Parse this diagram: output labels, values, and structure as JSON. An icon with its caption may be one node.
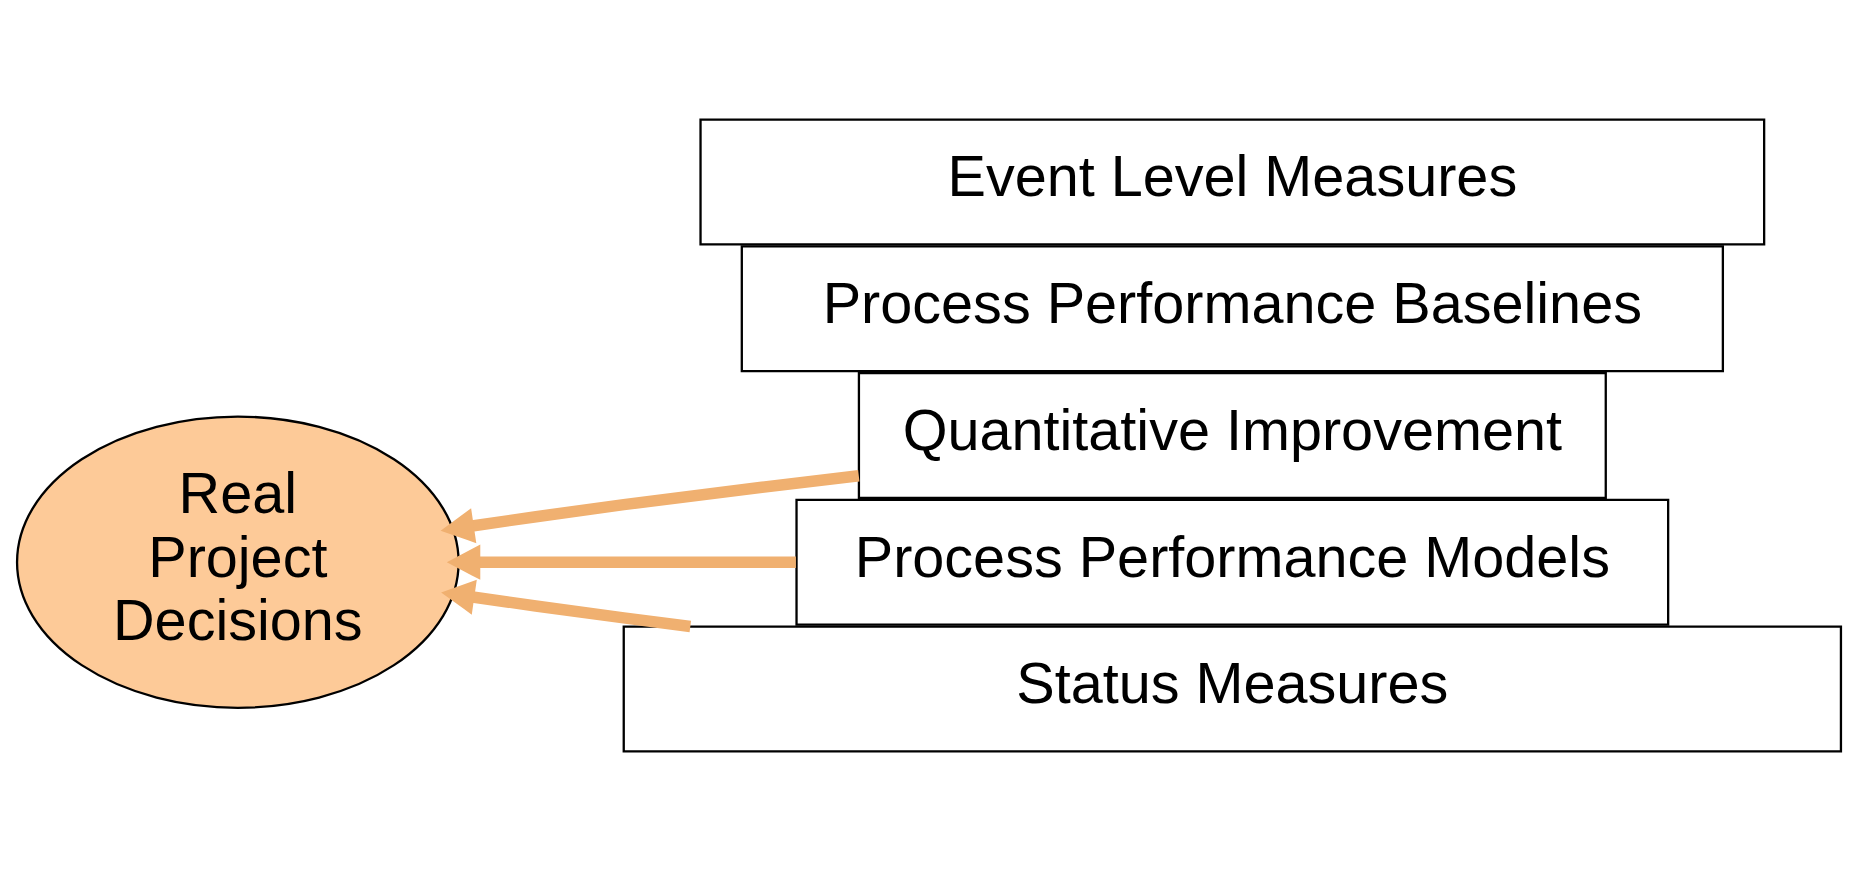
{
  "diagram": {
    "nodes": [
      {
        "text": [
          "Real Project Decisions"
        ]
      },
      {
        "text": [
          "Quantitative Improvement"
        ]
      },
      {
        "text": [
          "Process Performance Models"
        ]
      },
      {
        "text": [
          "Process Performance Baselines"
        ]
      },
      {
        "text": [
          "Event Level Measures"
        ]
      },
      {
        "text": [
          "Status Measures"
        ]
      }
    ],
    "edges": [
      {
        "from": 1,
        "to": 0,
        "arrow": "to"
      },
      {
        "from": 2,
        "to": 0,
        "arrow": "to"
      },
      {
        "from": 5,
        "to": 0,
        "arrow": "to"
      }
    ]
  }
}
